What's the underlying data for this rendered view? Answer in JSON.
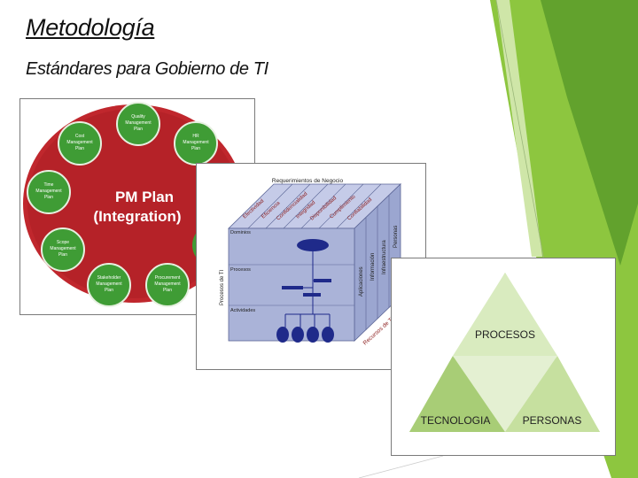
{
  "slide": {
    "title": "Metodología",
    "subtitle": "Estándares para Gobierno de TI"
  },
  "colors": {
    "green_light": "#8dc63f",
    "green_dark": "#5a9b2a",
    "pm_red": "#c0272d",
    "pm_green": "#3f9c35",
    "cube_face": "#aab3d8",
    "pyramid_green": "#b9d98c"
  },
  "pm_plan": {
    "center_line1": "PM Plan",
    "center_line2": "(Integration)",
    "bubbles": [
      {
        "label": [
          "Quality",
          "Management",
          "Plan"
        ]
      },
      {
        "label": [
          "HR",
          "Management",
          "Plan"
        ]
      },
      {
        "label": [
          "Cost",
          "Management",
          "Plan"
        ]
      },
      {
        "label": [
          "Time",
          "Management",
          "Plan"
        ]
      },
      {
        "label": [
          "Scope",
          "Management",
          "Plan"
        ]
      },
      {
        "label": [
          "Stakeholder",
          "Management",
          "Plan"
        ]
      },
      {
        "label": [
          "Procurement",
          "Management",
          "Plan"
        ]
      }
    ]
  },
  "cube": {
    "top_label": "Requerimientos de Negocio",
    "top_items": [
      "Efectividad",
      "Eficiencia",
      "Confidencialidad",
      "Integridad",
      "Disponibilidad",
      "Cumplimiento",
      "Confiabilidad"
    ],
    "left_label": "Procesos de TI",
    "rows": [
      "Dominios",
      "Procesos",
      "Actividades"
    ],
    "side_items": [
      "Aplicaciones",
      "Información",
      "Infraestructura",
      "Personas"
    ],
    "bottom_label": "Recursos de TI"
  },
  "pyramid": {
    "top": "PROCESOS",
    "left": "TECNOLOGIA",
    "right": "PERSONAS"
  }
}
